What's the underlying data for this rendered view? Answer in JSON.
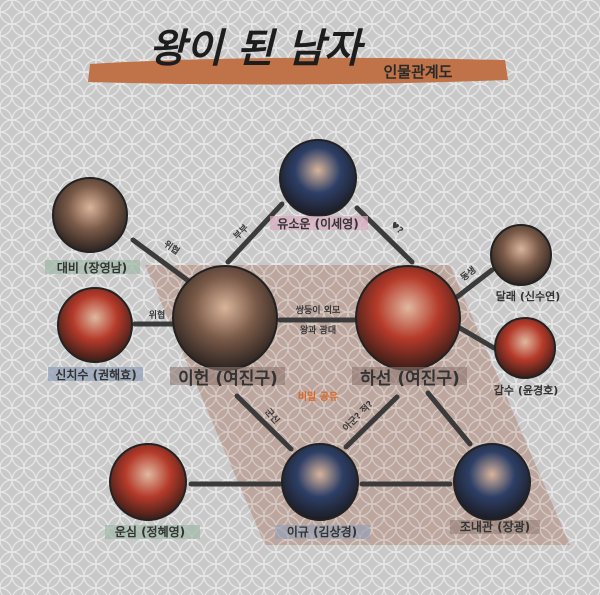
{
  "title": {
    "main": "왕이 된 남자",
    "sub": "인물관계도"
  },
  "colors": {
    "brush": "#c07248",
    "zone": "#b89a8e",
    "background": "#c9c9c9",
    "secret": "#d8692a"
  },
  "characters": [
    {
      "id": "yusoun",
      "label": "유소운 (이세영)"
    },
    {
      "id": "daebi",
      "label": "대비 (장영남)"
    },
    {
      "id": "yiheon",
      "label": "이헌 (여진구)"
    },
    {
      "id": "haseon",
      "label": "하선 (여진구)"
    },
    {
      "id": "dallae",
      "label": "달래 (신수연)"
    },
    {
      "id": "shinchisu",
      "label": "신치수 (권해효)"
    },
    {
      "id": "gapsu",
      "label": "갑수 (윤경호)"
    },
    {
      "id": "unsim",
      "label": "운심 (정혜영)"
    },
    {
      "id": "yigyu",
      "label": "이규 (김상경)"
    },
    {
      "id": "jonaegwan",
      "label": "조내관 (장광)"
    }
  ],
  "relations": {
    "daebi_yiheon": "위협",
    "shin_yiheon": "위협",
    "yusoun_yiheon": "부부",
    "yusoun_haseon": "♥?",
    "yiheon_haseon_1": "쌍둥이 외모",
    "yiheon_haseon_2": "왕과 광대",
    "dallae_haseon": "동생",
    "secret": "비밀 공유",
    "yiheon_yigyu": "군신",
    "haseon_yigyu": "아군? 적?"
  }
}
